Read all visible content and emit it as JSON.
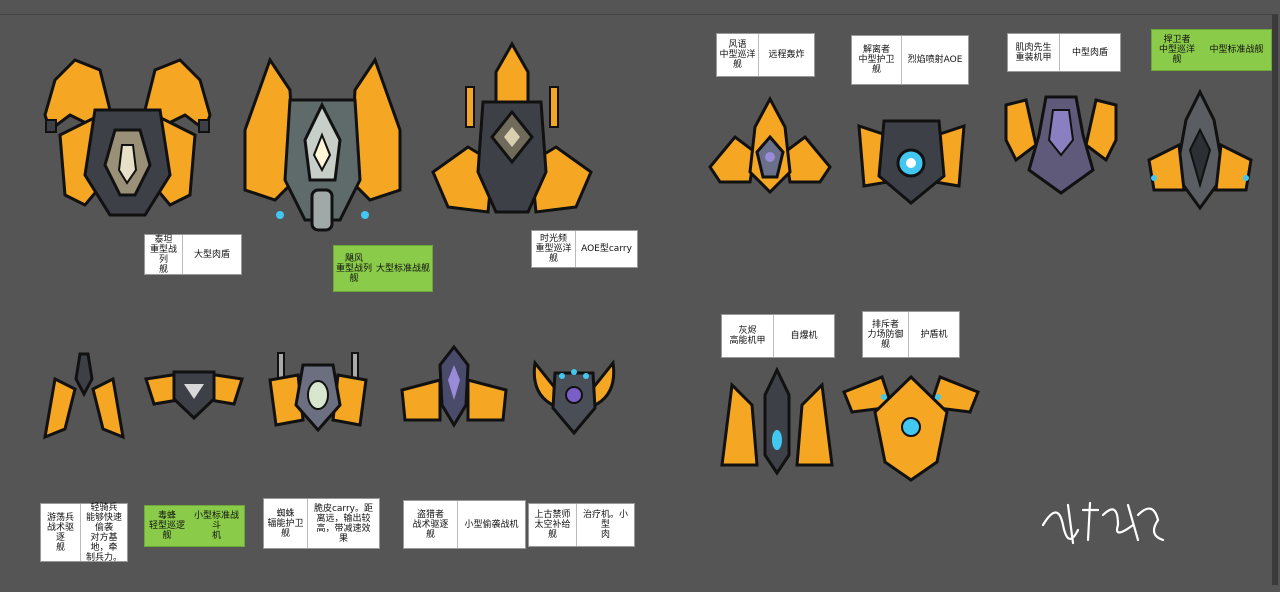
{
  "colors": {
    "background": "#555555",
    "orange": "#f5a623",
    "dark_orange": "#c96a10",
    "hull": "#3d4147",
    "green_label": "#8bcb4a",
    "cyan": "#42c8f0",
    "purple": "#7a5ec7"
  },
  "ships": [
    {
      "id": "titan",
      "name": "泰坦\n重型战列\n舰",
      "desc": "大型肉盾",
      "green": false
    },
    {
      "id": "gale",
      "name": "飓风\n重型战列\n舰",
      "desc": "大型标准战舰",
      "green": true
    },
    {
      "id": "chrono",
      "name": "时光频\n重型巡洋\n舰",
      "desc": "AOE型carry",
      "green": false
    },
    {
      "id": "wind",
      "name": "风语\n中型巡洋\n舰",
      "desc": "远程轰炸",
      "green": false
    },
    {
      "id": "dissolver",
      "name": "解离者\n中型护卫\n舰",
      "desc": "烈焰喷射AOE",
      "green": false
    },
    {
      "id": "meat",
      "name": "肌肉先生\n重装机甲",
      "desc": "中型肉盾",
      "green": false
    },
    {
      "id": "defender",
      "name": "捍卫者\n中型巡洋\n舰",
      "desc": "中型标准战舰",
      "green": true
    },
    {
      "id": "ashen",
      "name": "灰烬\n高能机甲",
      "desc": "自爆机",
      "green": false
    },
    {
      "id": "repeller",
      "name": "排斥者\n力场防御\n舰",
      "desc": "护盾机",
      "green": false
    },
    {
      "id": "wanderer",
      "name": "游荡兵\n战术驱逐\n舰",
      "desc": "轻骑兵\n能够快速偷袭\n对方基地，牵\n制兵力。",
      "green": false
    },
    {
      "id": "venom",
      "name": "毒蜂\n轻型巡逻\n舰",
      "desc": "小型标准战斗\n机",
      "green": true
    },
    {
      "id": "spider",
      "name": "蜘蛛\n辐能护卫\n舰",
      "desc": "脆皮carry。距\n离远，输出较\n高，带减速效\n果",
      "green": false
    },
    {
      "id": "hunter",
      "name": "盗猎者\n战术驱逐\n舰",
      "desc": "小型偷袭战机",
      "green": false
    },
    {
      "id": "ancient",
      "name": "上古禁师\n太空补给\n舰",
      "desc": "治疗机。小型\n肉",
      "green": false
    }
  ],
  "signature": "signature"
}
